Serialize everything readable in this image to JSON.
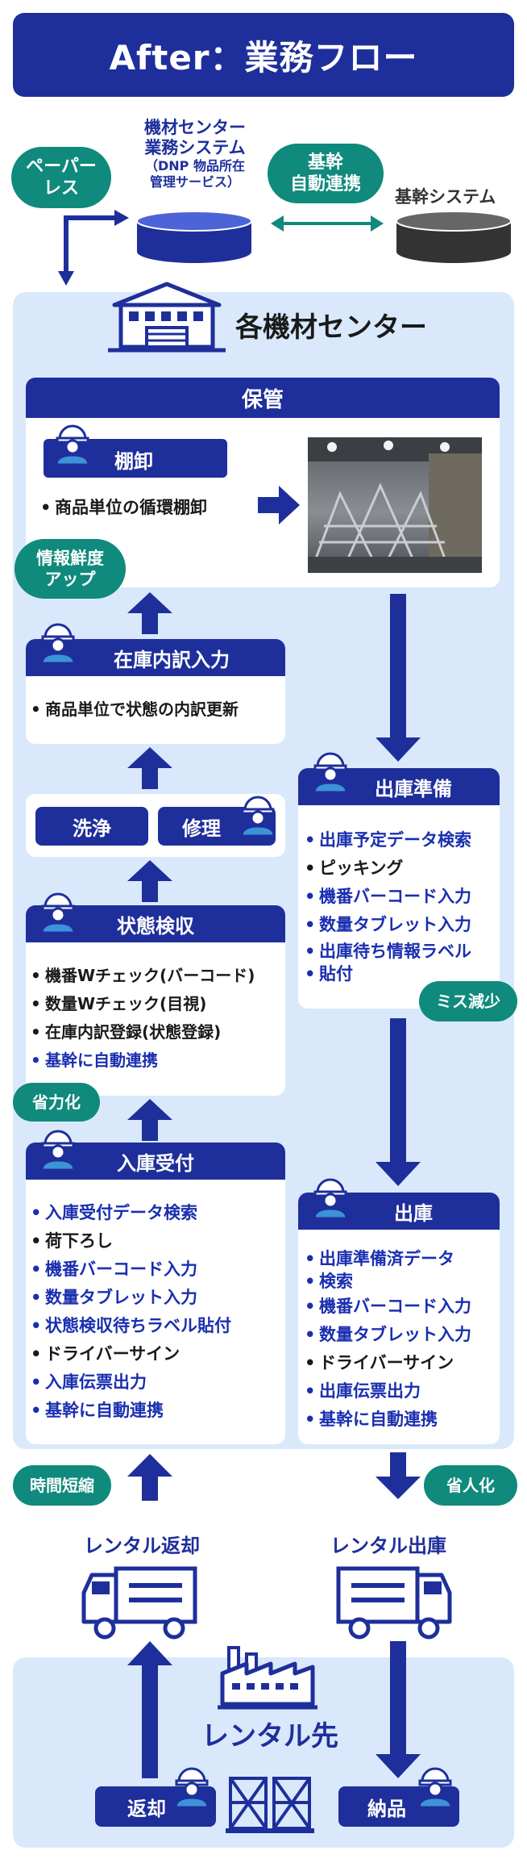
{
  "title": "After：業務フロー",
  "top": {
    "paperless_l1": "ペーパー",
    "paperless_l2": "レス",
    "system_l1": "機材センター",
    "system_l2": "業務システム",
    "system_l3": "（DNP 物品所在",
    "system_l4": "管理サービス）",
    "auto_l1": "基幹",
    "auto_l2": "自動連携",
    "core_system": "基幹システム"
  },
  "center": {
    "title": "各機材センター"
  },
  "storage": {
    "header": "保管",
    "tanaoroshi": "棚卸",
    "item": "商品単位の循環棚卸"
  },
  "badges": {
    "freshness_l1": "情報鮮度",
    "freshness_l2": "アップ",
    "labor": "省力化",
    "miss": "ミス減少",
    "time": "時間短縮",
    "staff": "省人化"
  },
  "inventory": {
    "header": "在庫内訳入力",
    "item": "商品単位で状態の内訳更新"
  },
  "wash": "洗浄",
  "repair": "修理",
  "inspection": {
    "header": "状態検収",
    "items": [
      "機番Wチェック(バーコード)",
      "数量Wチェック(目視)",
      "在庫内訳登録(状態登録)",
      "基幹に自動連携"
    ]
  },
  "receiving": {
    "header": "入庫受付",
    "items": [
      "入庫受付データ検索",
      "荷下ろし",
      "機番バーコード入力",
      "数量タブレット入力",
      "状態検収待ちラベル貼付",
      "ドライバーサイン",
      "入庫伝票出力",
      "基幹に自動連携"
    ]
  },
  "prep": {
    "header": "出庫準備",
    "items": [
      "出庫予定データ検索",
      "ピッキング",
      "機番バーコード入力",
      "数量タブレット入力",
      "出庫待ち情報ラベル",
      "貼付"
    ]
  },
  "shipping": {
    "header": "出庫",
    "items": [
      "出庫準備済データ",
      "検索",
      "機番バーコード入力",
      "数量タブレット入力",
      "ドライバーサイン",
      "出庫伝票出力",
      "基幹に自動連携"
    ]
  },
  "rental_return": "レンタル返却",
  "rental_out": "レンタル出庫",
  "destination": "レンタル先",
  "return_label": "返却",
  "delivery_label": "納品",
  "colors": {
    "navy": "#1e2f9b",
    "teal": "#0f8a7c",
    "light_blue": "#d9e9fb",
    "item_blue": "#1a2fb0"
  },
  "icons": [
    "worker-icon",
    "warehouse-icon",
    "database-icon",
    "truck-icon",
    "factory-icon",
    "pallet-icon"
  ]
}
